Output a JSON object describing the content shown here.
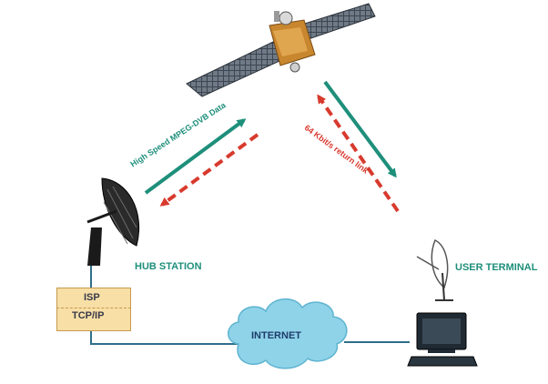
{
  "labels": {
    "hub_station": "HUB STATION",
    "user_terminal": "USER TERMINAL",
    "isp": "ISP",
    "tcp_ip": "TCP/IP",
    "internet": "INTERNET",
    "downlink": "High Speed MPEG-DVB Data",
    "return_link": "64 Kbit/s return link"
  },
  "colors": {
    "downlink_arrow": "#1e8f7b",
    "return_arrow": "#d83a2e",
    "internet_cloud": "#8fd3e8",
    "isp_box": "#f7dfa6",
    "connection_line": "#2f6f8a"
  },
  "icons": {
    "satellite": "satellite-icon",
    "hub_dish": "satellite-dish-icon",
    "user_dish": "small-dish-icon",
    "computer": "computer-terminal-icon",
    "internet": "cloud-icon"
  }
}
